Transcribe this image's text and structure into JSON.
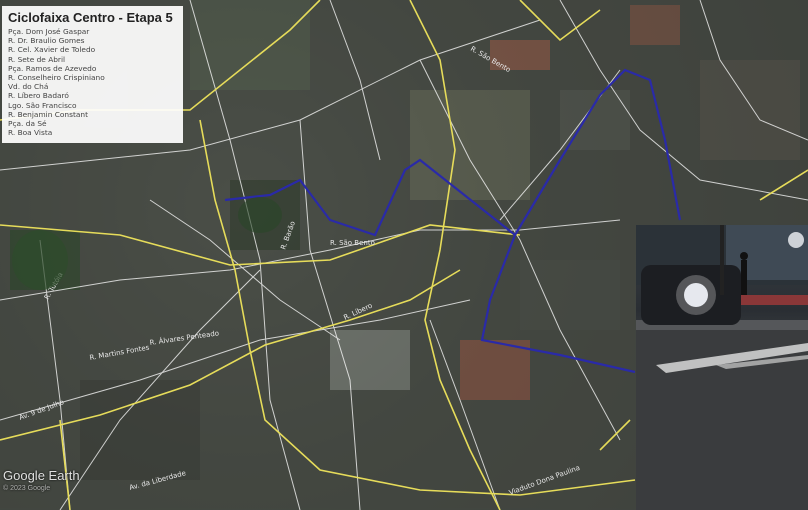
{
  "map": {
    "title": "Ciclofaixa Centro - Etapa 5",
    "streets": [
      "Pça. Dom José Gaspar",
      "R. Dr. Braulio Gomes",
      "R. Cel. Xavier de Toledo",
      "R. Sete de Abril",
      "Pça. Ramos de Azevedo",
      "R. Conselheiro Crispiniano",
      "Vd. do Chá",
      "R. Líbero Badaró",
      "Lgo. São Francisco",
      "R. Benjamin Constant",
      "Pça. da Sé",
      "R. Boa Vista"
    ],
    "watermark": "Google Earth",
    "copyright": "© 2023 Google",
    "colors": {
      "route": "#2a2aa8",
      "roads": "#e6dc5a",
      "minor_roads": "#ffffff"
    }
  }
}
